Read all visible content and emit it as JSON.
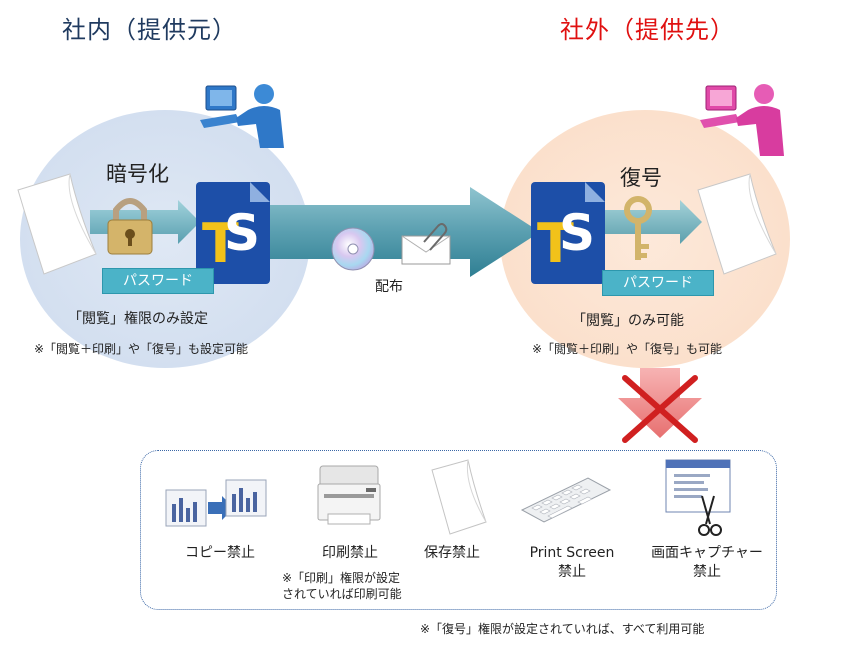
{
  "titles": {
    "left": "社内（提供元）",
    "right": "社外（提供先）"
  },
  "left_side": {
    "action": "暗号化",
    "password": "パスワード",
    "caption": "「閲覧」権限のみ設定",
    "note": "※「閲覧＋印刷」や「復号」も設定可能"
  },
  "right_side": {
    "action": "復号",
    "password": "パスワード",
    "caption": "「閲覧」のみ可能",
    "note": "※「閲覧＋印刷」や「復号」も可能"
  },
  "distribution": {
    "label": "配布"
  },
  "prohibited": {
    "items": [
      {
        "label": "コピー禁止",
        "icon": "copy-icon"
      },
      {
        "label": "印刷禁止",
        "icon": "printer-icon"
      },
      {
        "label": "保存禁止",
        "icon": "document-icon"
      },
      {
        "label": "Print Screen\n禁止",
        "icon": "keyboard-icon"
      },
      {
        "label": "画面キャプチャー\n禁止",
        "icon": "screen-capture-icon"
      }
    ],
    "print_note": "※「印刷」権限が設定\nされていれば印刷可能"
  },
  "footer_note": "※「復号」権限が設定されていれば、すべて利用可能",
  "colors": {
    "left_title": "#1f3a5f",
    "right_title": "#e01010",
    "arrow": "#5a9fb0",
    "password_box": "#4bb3c8",
    "cross": "#d02020",
    "down_arrow": "#f08080"
  }
}
